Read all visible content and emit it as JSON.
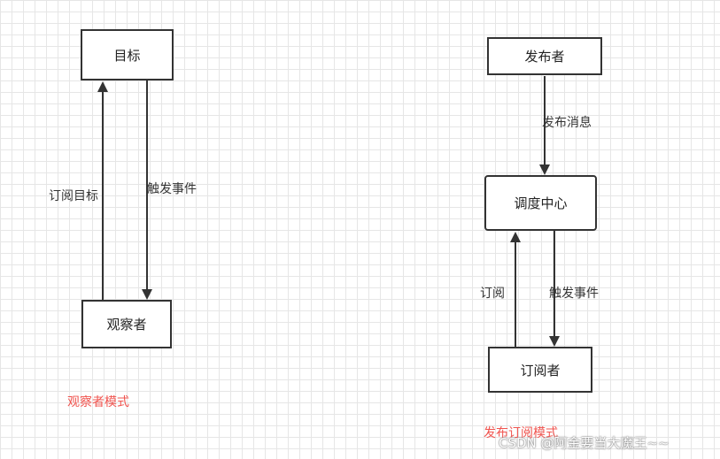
{
  "colors": {
    "caption": "#f0544f",
    "line": "#333333",
    "grid": "#e6e6e6"
  },
  "observer": {
    "nodes": {
      "target": "目标",
      "observer": "观察者"
    },
    "edges": {
      "subscribe_target": "订阅目标",
      "trigger_event": "触发事件"
    },
    "caption": "观察者模式"
  },
  "pubsub": {
    "nodes": {
      "publisher": "发布者",
      "dispatch_center": "调度中心",
      "subscriber": "订阅者"
    },
    "edges": {
      "publish_message": "发布消息",
      "subscribe": "订阅",
      "trigger_event": "触发事件"
    },
    "caption": "发布订阅模式"
  },
  "watermark": "CSDN @阿金要当大魔王~~"
}
